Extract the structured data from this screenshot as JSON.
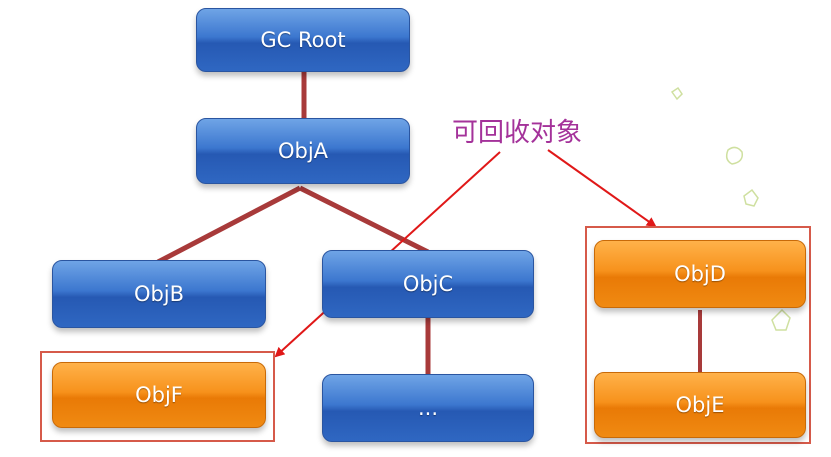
{
  "diagram": {
    "nodes": {
      "gc_root": "GC Root",
      "obj_a": "ObjA",
      "obj_b": "ObjB",
      "obj_c": "ObjC",
      "obj_d": "ObjD",
      "obj_e": "ObjE",
      "obj_f": "ObjF",
      "ellipsis": "..."
    },
    "annotation": "可回收对象",
    "colors": {
      "reachable": "#3c77cf",
      "unreachable": "#f7921c",
      "reference_line": "#a83a3a",
      "arrow": "#e01818",
      "annotation": "#a4329a",
      "highlight_box": "#d65a4a"
    }
  }
}
